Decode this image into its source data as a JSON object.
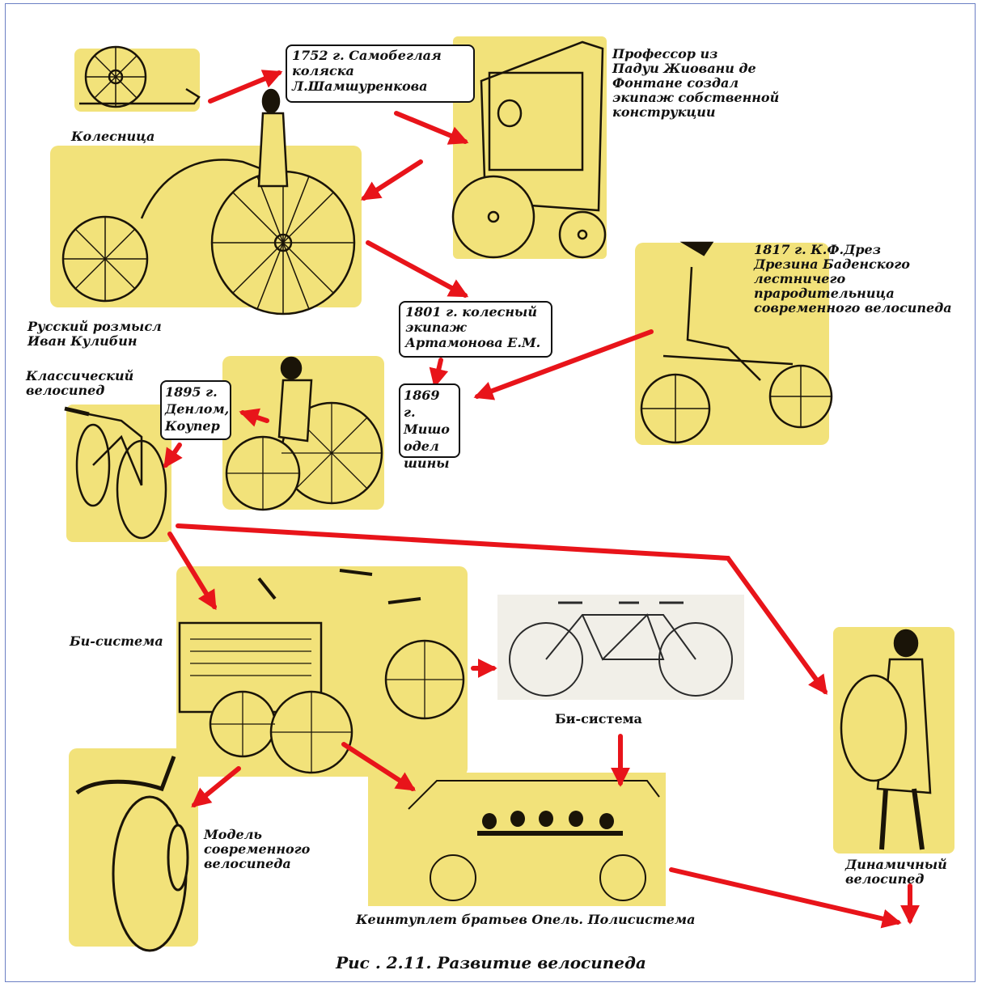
{
  "labels": {
    "kolesnitsa": "Колесница",
    "samobeglaya": "1752 г. Самобеглая\nколяска\nЛ.Шамшуренкова",
    "professor": "Профессор из\nПадуи Жиовани де\nФонтане создал\nэкипаж собственной\nконструкции",
    "kulibin": "Русский розмысл\nИван Кулибин",
    "drezina": "1817 г. К.Ф.Дрез\nДрезина Баденского\nлестничего\nпрародительница\nсовременного велосипеда",
    "artamonov": "1801 г. колесный\nэкипаж\nАртамонова Е.М.",
    "klassicheskiy": "Классический\nвелосипед",
    "denlop": "1895 г.\nДенлом,\nКоупер",
    "misho": "1869 г.\nМишо\nодел\nшины",
    "bisystem_left": "Би-система",
    "bisystem_right": "Би-система",
    "model": "Модель\nсовременного\nвелосипеда",
    "quintuplet": "Кеинтуплет братьев Опель. Полисистема",
    "dinamichny": "Динамичный\nвелосипед"
  },
  "caption": "Рис . 2.11. Развитие велосипеда",
  "colors": {
    "arrow": "#e8141a",
    "illustration_fill": "#f2e27a",
    "ink": "#1a1408",
    "frame_border": "#6b7fc4"
  }
}
